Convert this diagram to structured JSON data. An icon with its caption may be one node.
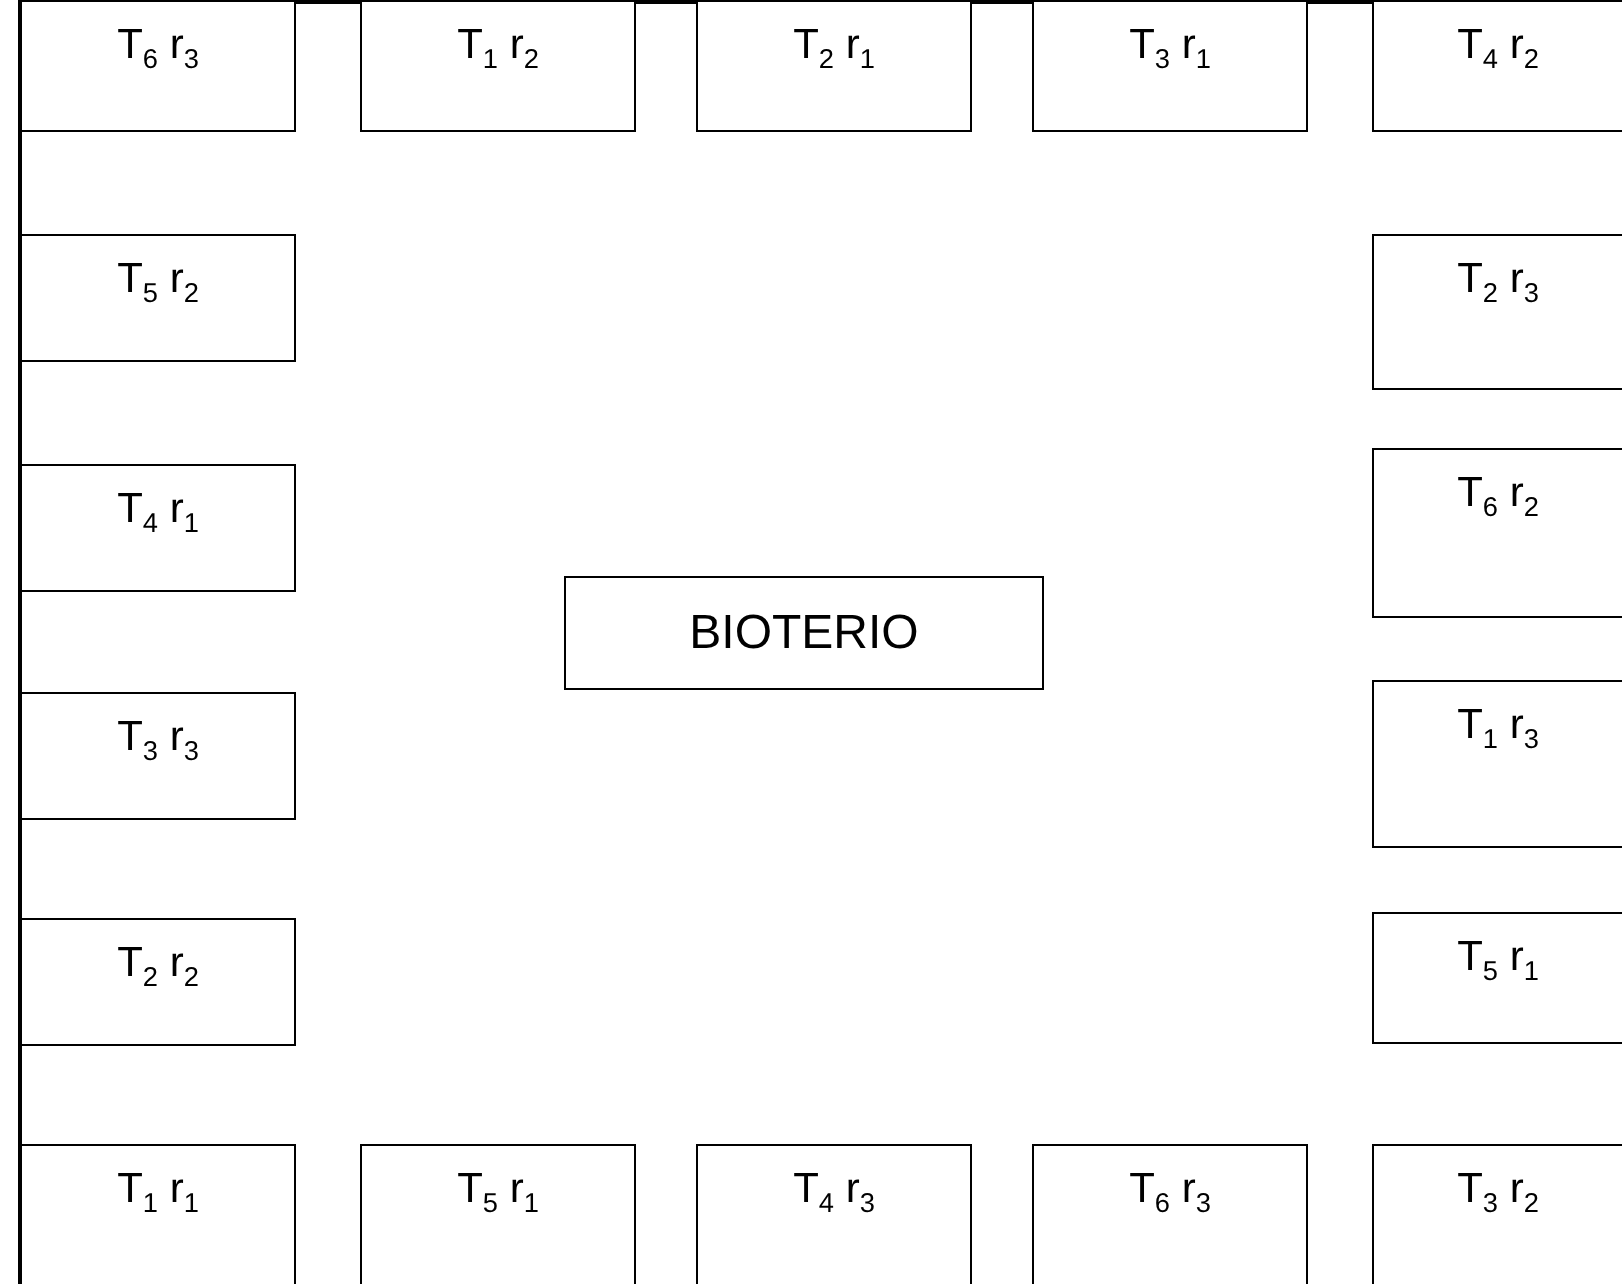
{
  "diagram": {
    "nodes": [
      {
        "text": [
          "T$_{6}$ r$_{3}$"
        ]
      },
      {
        "text": [
          "T$_{1}$ r$_{2}$"
        ]
      },
      {
        "text": [
          "T$_{2}$ r$_{1}$"
        ]
      },
      {
        "text": [
          "T$_{3}$ r$_{1}$"
        ]
      },
      {
        "text": [
          "T$_{4}$ r$_{2}$"
        ]
      },
      {
        "text": [
          "T$_{5}$ r$_{2}$"
        ]
      },
      {
        "text": [
          "T$_{2}$ r$_{3}$"
        ]
      },
      {
        "text": [
          "T$_{4}$ r$_{1}$"
        ]
      },
      {
        "text": [
          "T$_{6}$ r$_{2}$"
        ]
      },
      {
        "text": [
          "BIOTERIO"
        ]
      },
      {
        "text": [
          "T$_{3}$ r$_{3}$"
        ]
      },
      {
        "text": [
          "T$_{1}$ r$_{3}$"
        ]
      },
      {
        "text": [
          "T$_{2}$ r$_{2}$"
        ]
      },
      {
        "text": [
          "T$_{5}$ r$_{1}$"
        ]
      },
      {
        "text": [
          "T$_{1}$ r$_{1}$"
        ]
      },
      {
        "text": [
          "T$_{5}$ r$_{1}$"
        ]
      },
      {
        "text": [
          "T$_{4}$ r$_{3}$"
        ]
      },
      {
        "text": [
          "T$_{6}$ r$_{3}$"
        ]
      },
      {
        "text": [
          "T$_{3}$ r$_{2}$"
        ]
      }
    ]
  }
}
